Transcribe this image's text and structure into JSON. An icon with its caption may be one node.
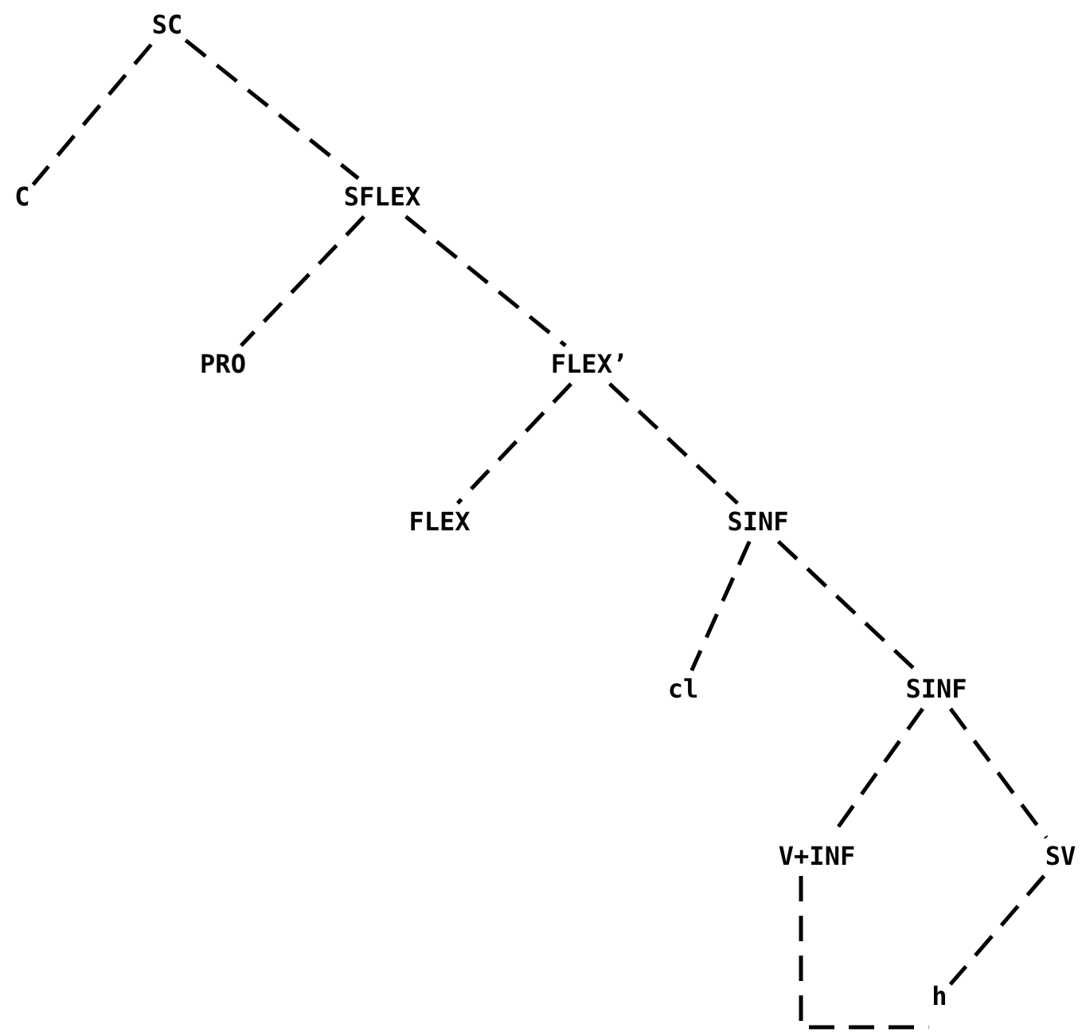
{
  "diagram": {
    "nodes": [
      {
        "text": [
          "SC"
        ]
      },
      {
        "text": [
          "C"
        ]
      },
      {
        "text": [
          "SFLEX"
        ]
      },
      {
        "text": [
          "PRO"
        ]
      },
      {
        "text": [
          "FLEX’"
        ]
      },
      {
        "text": [
          "FLEX"
        ]
      },
      {
        "text": [
          "SINF"
        ]
      },
      {
        "text": [
          "cl"
        ]
      },
      {
        "text": [
          "SINF"
        ]
      },
      {
        "text": [
          "V+INF"
        ]
      },
      {
        "text": [
          "SV"
        ]
      },
      {
        "text": [
          "h"
        ]
      }
    ],
    "edges": [
      {
        "from": 0,
        "to": 1,
        "arrow": "none",
        "style": "dashed"
      },
      {
        "from": 0,
        "to": 2,
        "arrow": "none",
        "style": "dashed"
      },
      {
        "from": 2,
        "to": 3,
        "arrow": "none",
        "style": "dashed"
      },
      {
        "from": 2,
        "to": 4,
        "arrow": "none",
        "style": "dashed"
      },
      {
        "from": 4,
        "to": 5,
        "arrow": "none",
        "style": "dashed"
      },
      {
        "from": 4,
        "to": 6,
        "arrow": "none",
        "style": "dashed"
      },
      {
        "from": 6,
        "to": 7,
        "arrow": "none",
        "style": "dashed"
      },
      {
        "from": 6,
        "to": 8,
        "arrow": "none",
        "style": "dashed"
      },
      {
        "from": 8,
        "to": 9,
        "arrow": "none",
        "style": "dashed"
      },
      {
        "from": 8,
        "to": 10,
        "arrow": "none",
        "style": "dashed"
      },
      {
        "from": 10,
        "to": 11,
        "arrow": "none",
        "style": "dashed"
      },
      {
        "from": 9,
        "to": 11,
        "arrow": "none",
        "style": "dashed"
      }
    ]
  }
}
